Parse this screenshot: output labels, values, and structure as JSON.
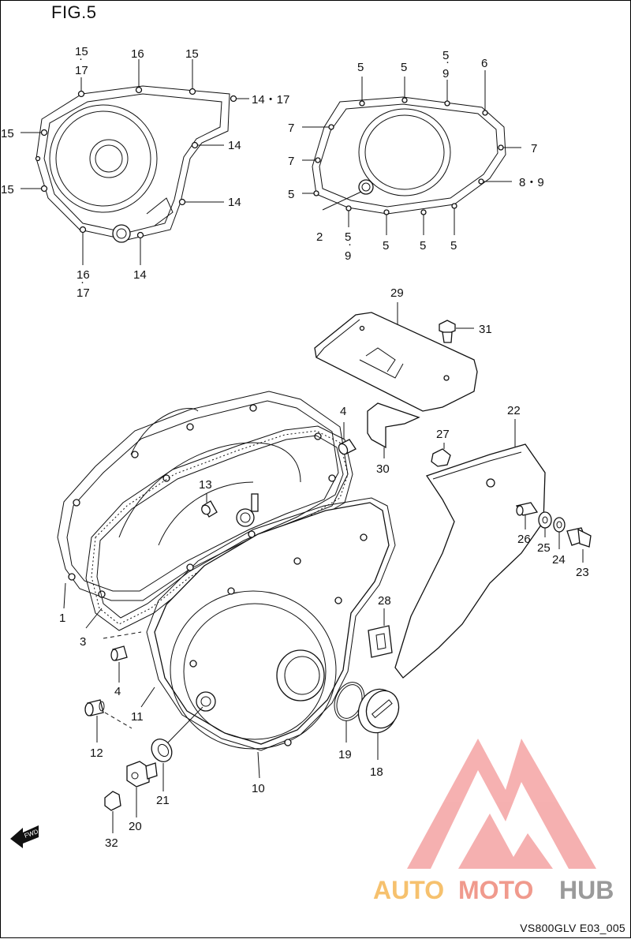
{
  "figure": {
    "title": "FIG.5",
    "code": "VS800GLV E03_005",
    "direction_badge": "FWD"
  },
  "watermark": {
    "brand_part1": "AUTO",
    "brand_part2": "MOTO",
    "brand_part3": "HUB",
    "colors": {
      "logo": "#f4a3a3",
      "auto": "#f6c16e",
      "moto": "#f09a8d",
      "hub": "#9a9a9a"
    }
  },
  "callouts": {
    "c_15_17_top": {
      "a": "15",
      "b": "17"
    },
    "c_16_top": "16",
    "c_15_top": "15",
    "c_14_17": "14・17",
    "c_14_a": "14",
    "c_14_b": "14",
    "c_14_c": "14",
    "c_15_left_a": "15",
    "c_15_left_b": "15",
    "c_16_17_bottom": {
      "a": "16",
      "b": "17"
    },
    "c_5_a": "5",
    "c_5_b": "5",
    "c_5_9_top": {
      "a": "5",
      "b": "9"
    },
    "c_6": "6",
    "c_7_a": "7",
    "c_7_b": "7",
    "c_7_right": "7",
    "c_8_9": "8・9",
    "c_5_left": "5",
    "c_2": "2",
    "c_5_9_bottom": {
      "a": "5",
      "b": "9"
    },
    "c_5_c": "5",
    "c_5_d": "5",
    "c_5_e": "5",
    "c_29": "29",
    "c_31": "31",
    "c_4_top": "4",
    "c_30": "30",
    "c_22": "22",
    "c_27": "27",
    "c_13": "13",
    "c_26": "26",
    "c_25": "25",
    "c_24": "24",
    "c_23": "23",
    "c_1": "1",
    "c_3": "3",
    "c_28": "28",
    "c_4_bottom": "4",
    "c_11": "11",
    "c_12": "12",
    "c_10": "10",
    "c_19": "19",
    "c_18": "18",
    "c_21": "21",
    "c_20": "20",
    "c_32": "32"
  }
}
